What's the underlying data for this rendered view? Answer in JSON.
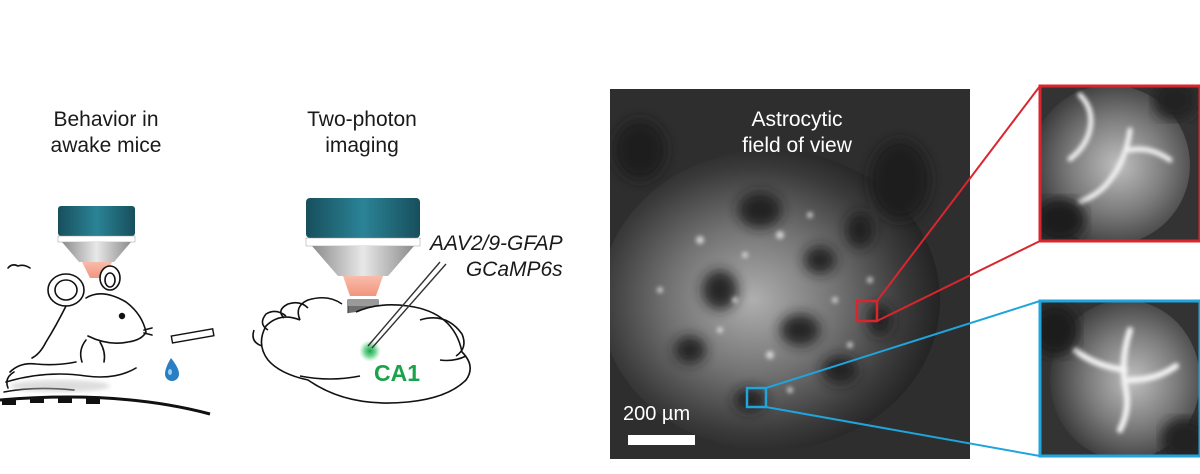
{
  "panel_behavior": {
    "line1": "Behavior in",
    "line2": "awake mice"
  },
  "panel_imaging": {
    "line1": "Two-photon",
    "line2": "imaging"
  },
  "injection": {
    "line1": "AAV2/9-GFAP",
    "line2": "GCaMP6s"
  },
  "region": {
    "label": "CA1"
  },
  "fov": {
    "line1": "Astrocytic",
    "line2": "field of view",
    "scale_label": "200 µm"
  },
  "colors": {
    "objective_teal": "#1e6a7a",
    "laser_pink": "#f2a08a",
    "ca1_green": "#1aa34a",
    "inset_red": "#d9262e",
    "inset_blue": "#1fa4dc",
    "water_drop": "#2a7fc4"
  }
}
